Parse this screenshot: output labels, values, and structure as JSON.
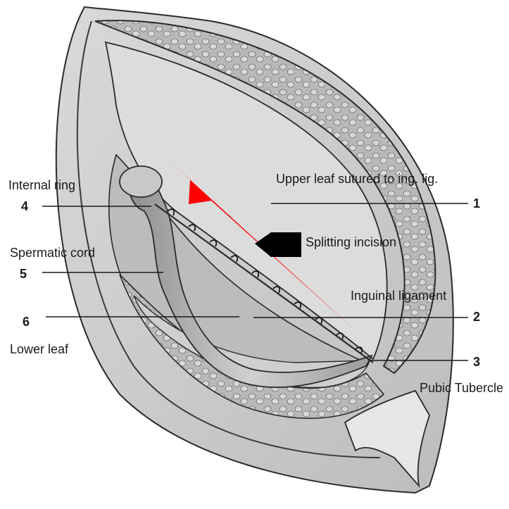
{
  "labels": {
    "internal_ring": "Internal ring",
    "upper_leaf": "Upper leaf sutured to ing. lig.",
    "splitting_incision": "Splitting incision",
    "spermatic_cord": "Spermatic cord",
    "inguinal_ligament": "Inguinal ligament",
    "lower_leaf": "Lower leaf",
    "pubic_tubercle": "Pubic Tubercle"
  },
  "numbers": {
    "n1": "1",
    "n2": "2",
    "n3": "3",
    "n4": "4",
    "n5": "5",
    "n6": "6"
  },
  "colors": {
    "incision": "#ff0000",
    "arrow": "#000000",
    "tissue": "#c8c8c8",
    "outline": "#2a2a2a"
  }
}
